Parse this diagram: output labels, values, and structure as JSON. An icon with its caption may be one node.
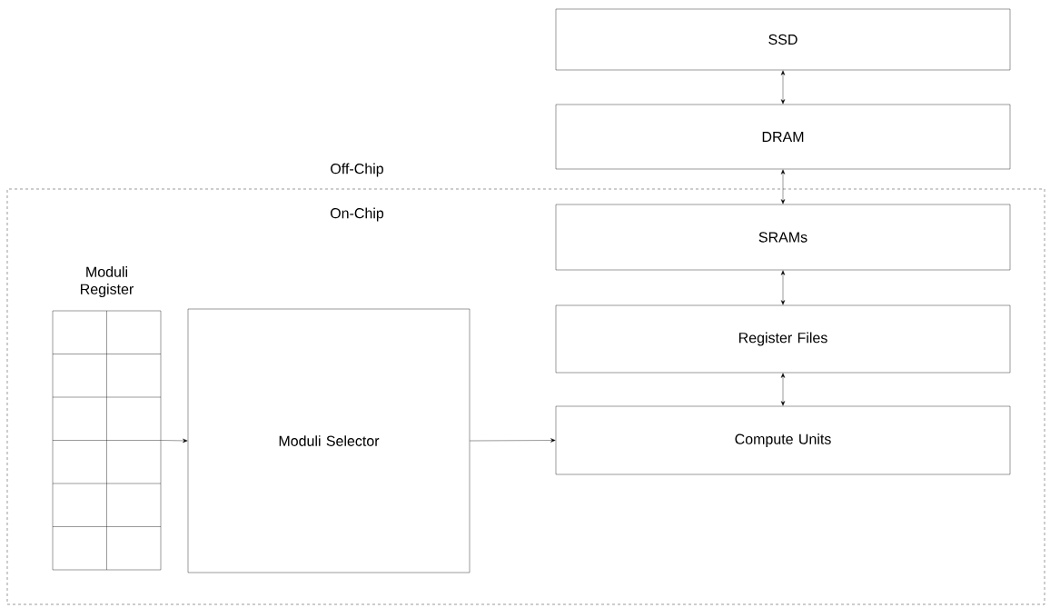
{
  "diagram": {
    "nodes": [
      {
        "text": [
          "SSD"
        ]
      },
      {
        "text": [
          "DRAM"
        ]
      },
      {
        "text": [
          "On-Chip"
        ]
      },
      {
        "text": [
          "SRAMs"
        ],
        "in": 2
      },
      {
        "text": [
          "Register Files"
        ],
        "in": 2
      },
      {
        "text": [
          "Compute Units"
        ],
        "in": 2
      },
      {
        "text": [
          "Moduli Register"
        ],
        "in": 2
      },
      {
        "text": [
          "Moduli Selector"
        ],
        "in": 2
      }
    ],
    "edges": [
      {
        "from": 0,
        "to": 1,
        "arrow": "both"
      },
      {
        "from": 1,
        "to": 3,
        "arrow": "both"
      },
      {
        "from": 3,
        "to": 4,
        "arrow": "both"
      },
      {
        "from": 4,
        "to": 5,
        "arrow": "both"
      },
      {
        "from": 6,
        "to": 7,
        "arrow": "to"
      },
      {
        "from": 7,
        "to": 5,
        "arrow": "to"
      }
    ],
    "labels": [
      "Off-Chip"
    ]
  }
}
